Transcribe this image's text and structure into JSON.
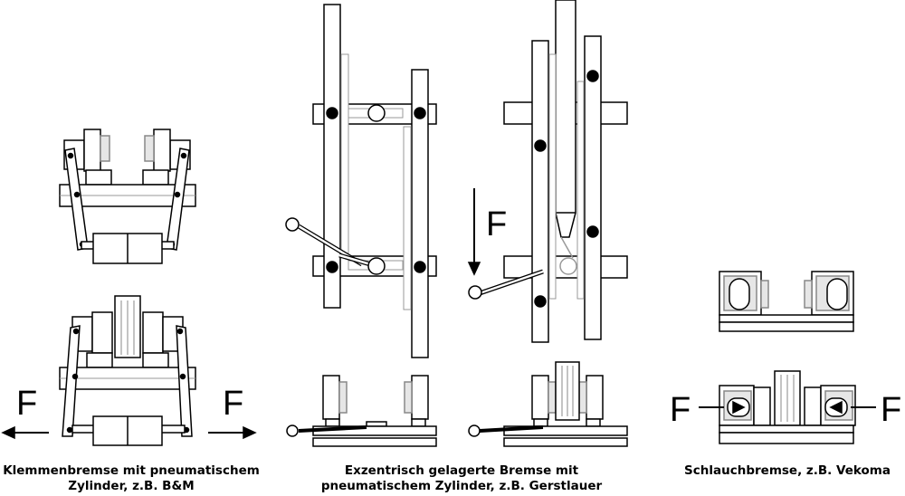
{
  "diagram": {
    "force_label": "F",
    "captions": {
      "clamp_brake": {
        "line1": "Klemmenbremse mit pneumatischem",
        "line2": "Zylinder, z.B. B&M"
      },
      "eccentric_brake": {
        "line1": "Exzentrisch gelagerte Bremse mit",
        "line2": "pneumatischem Zylinder, z.B. Gerstlauer"
      },
      "hose_brake": {
        "line1": "Schlauchbremse, z.B. Vekoma"
      }
    }
  },
  "colors": {
    "stroke": "#000000",
    "fill": "#ffffff",
    "accent_gray": "#d0d0d0"
  }
}
